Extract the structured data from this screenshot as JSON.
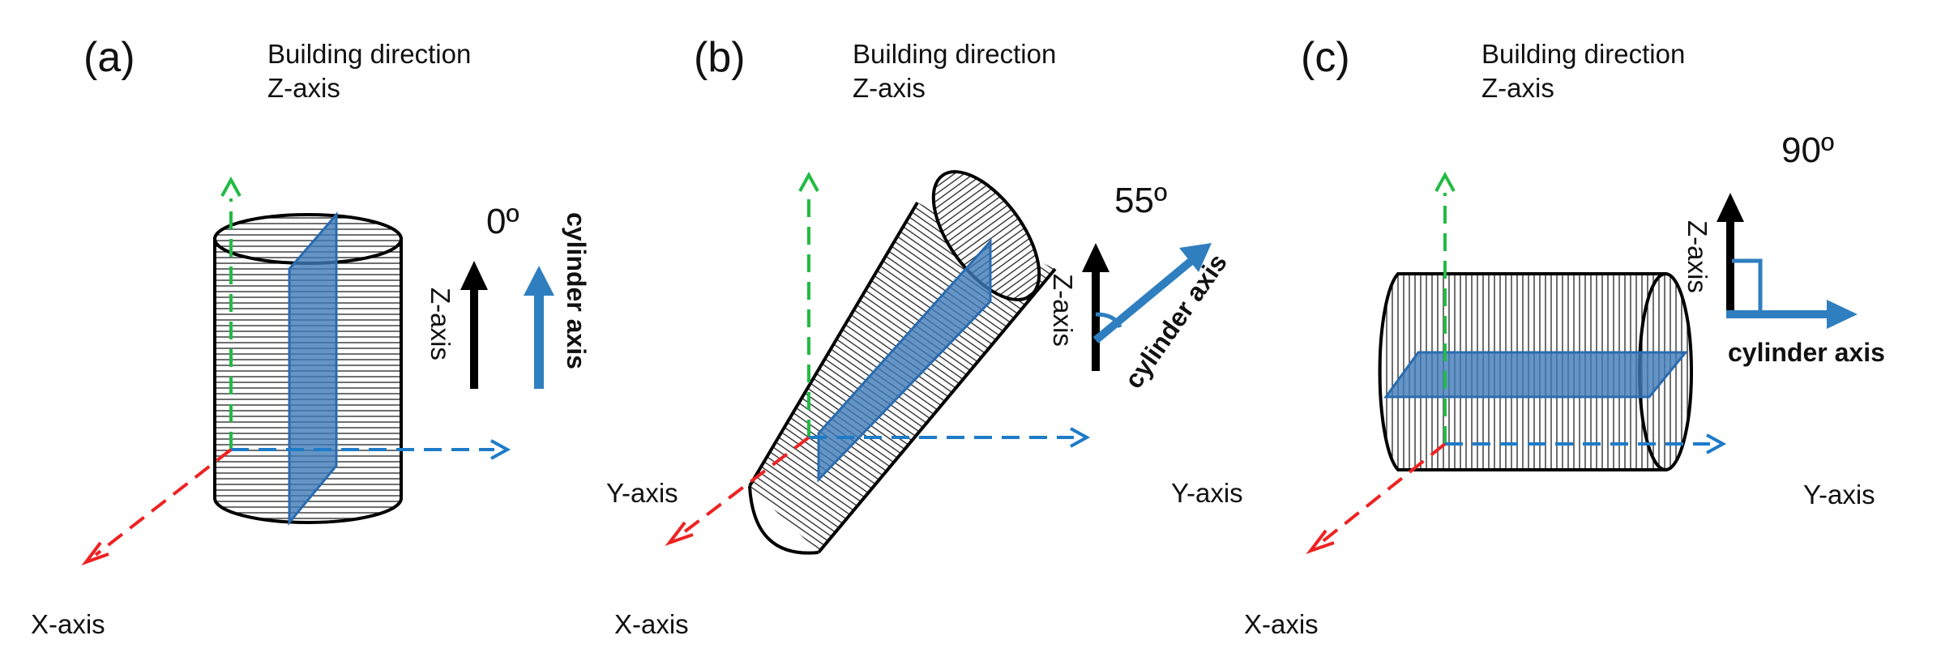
{
  "colors": {
    "x_axis": "#ee2222",
    "y_axis": "#1e7bc8",
    "z_axis": "#22bb44",
    "plane_fill": "#3d7ab8",
    "plane_stroke": "#2a6bb0",
    "cylinder_arrow": "#2f7fc0",
    "z_arrow": "#000000",
    "hatch": "#222222"
  },
  "icons": {
    "axis_arrow": "arrow-icon"
  },
  "panels": [
    {
      "label": "(a)",
      "build_dir_line1": "Building direction",
      "build_dir_line2": "Z-axis",
      "angle": "0º",
      "z_axis_label": "Z-axis",
      "cylinder_axis_label": "cylinder axis",
      "y_label": "Y-axis",
      "x_label": "X-axis"
    },
    {
      "label": "(b)",
      "build_dir_line1": "Building direction",
      "build_dir_line2": "Z-axis",
      "angle": "55º",
      "z_axis_label": "Z-axis",
      "cylinder_axis_label": "cylinder axis",
      "y_label": "Y-axis",
      "x_label": "X-axis"
    },
    {
      "label": "(c)",
      "build_dir_line1": "Building direction",
      "build_dir_line2": "Z-axis",
      "angle": "90º",
      "z_axis_label": "Z-axis",
      "cylinder_axis_label": "cylinder axis",
      "y_label": "Y-axis",
      "x_label": "X-axis"
    }
  ]
}
